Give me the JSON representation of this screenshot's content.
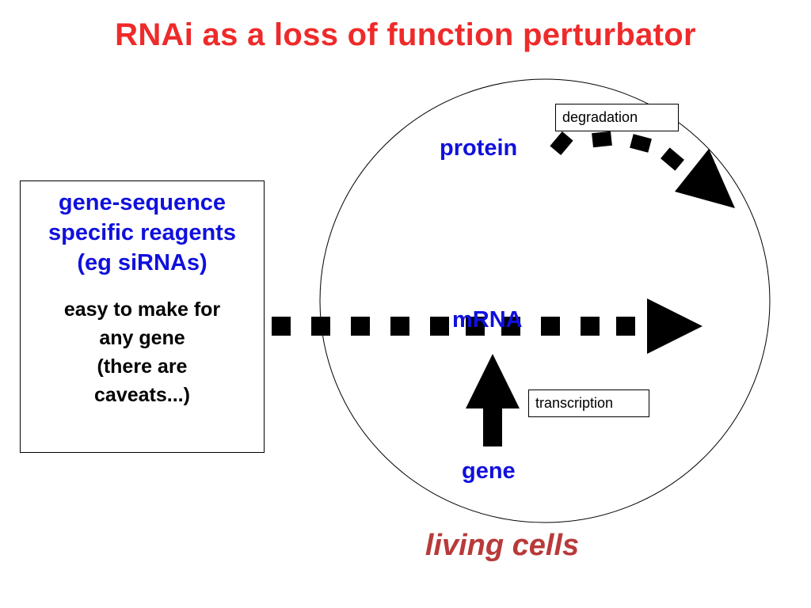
{
  "title": "RNAi as a loss of function perturbator",
  "reagent_box": {
    "title_lines": [
      "gene-sequence",
      "specific reagents",
      "(eg siRNAs)"
    ],
    "note_lines": [
      "easy to make for",
      "any gene",
      "(there are",
      "caveats...)"
    ]
  },
  "nodes": {
    "protein": "protein",
    "mrna": "mRNA",
    "gene": "gene"
  },
  "process_labels": {
    "degradation": "degradation",
    "transcription": "transcription"
  },
  "cell_label": "living cells",
  "colors": {
    "title": "#ee2a2a",
    "node_text": "#1010dd",
    "cell_label": "#b83a3a",
    "arrows": "#000000"
  }
}
